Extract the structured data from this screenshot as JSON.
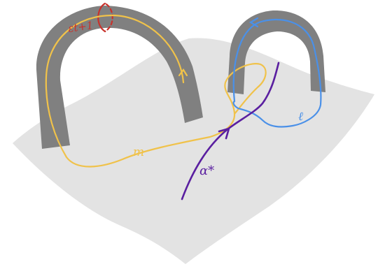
{
  "labels": {
    "epsilon": "εt+1",
    "m": "m",
    "ell": "ℓ",
    "alpha": "α*"
  },
  "colors": {
    "surface": "#e3e3e3",
    "handle": "#808080",
    "red_curve": "#c8322c",
    "yellow_curve": "#f0c24a",
    "blue_curve": "#4a90e8",
    "purple_curve": "#5a1fa0"
  }
}
